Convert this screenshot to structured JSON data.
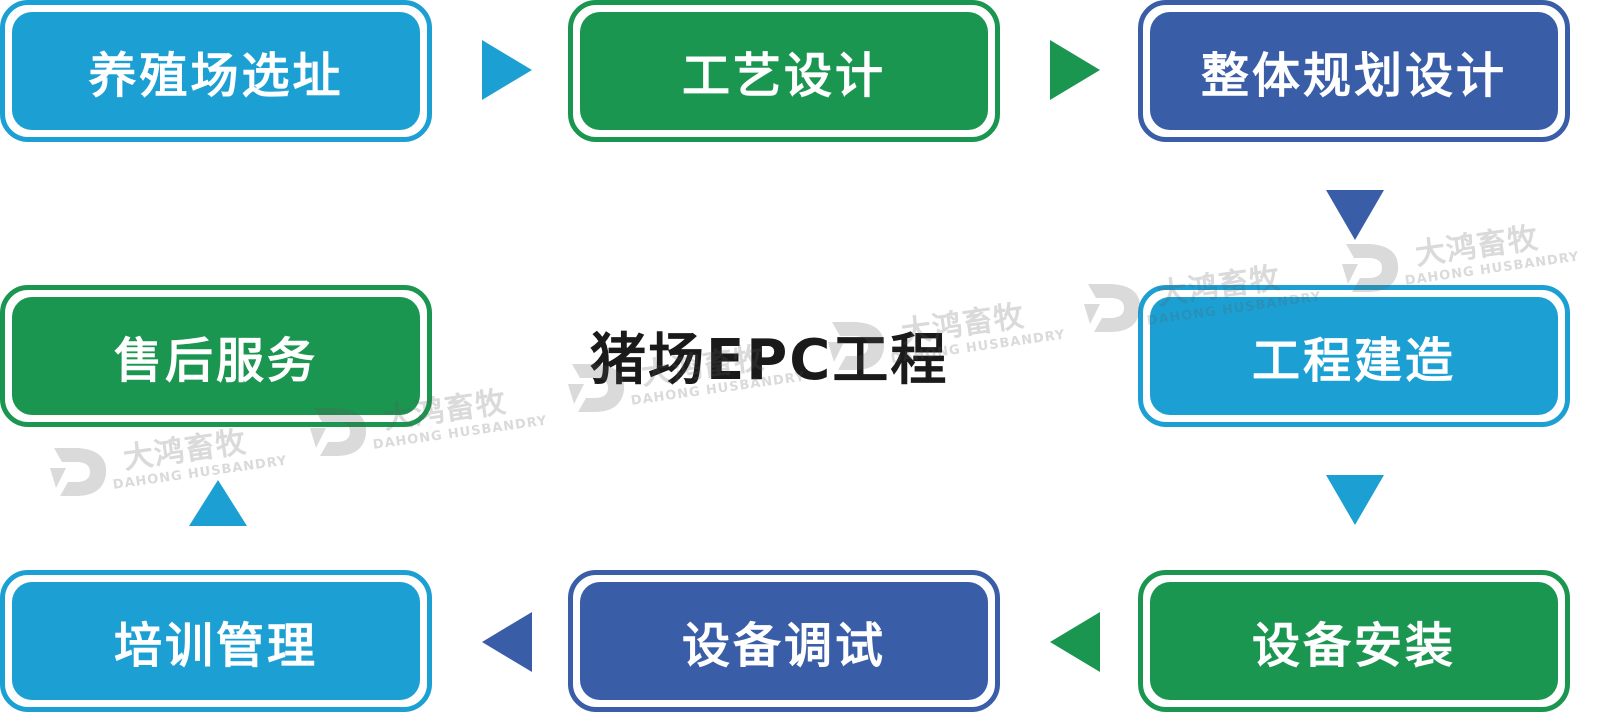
{
  "title": "猪场EPC工程",
  "colors": {
    "light_blue": "#1ca0d4",
    "green": "#1b9650",
    "dark_blue": "#3a5da8"
  },
  "steps": [
    {
      "label": "养殖场选址",
      "color": "light_blue"
    },
    {
      "label": "工艺设计",
      "color": "green"
    },
    {
      "label": "整体规划设计",
      "color": "dark_blue"
    },
    {
      "label": "工程建造",
      "color": "light_blue"
    },
    {
      "label": "设备安装",
      "color": "green"
    },
    {
      "label": "设备调试",
      "color": "dark_blue"
    },
    {
      "label": "培训管理",
      "color": "light_blue"
    },
    {
      "label": "售后服务",
      "color": "green"
    }
  ],
  "watermark": {
    "cn": "大鸿畜牧",
    "en": "DAHONG HUSBANDRY",
    "icon": "dahong-logo-icon"
  }
}
